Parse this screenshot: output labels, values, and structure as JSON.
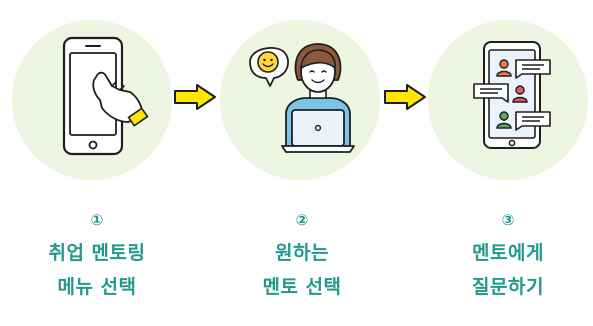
{
  "steps": [
    {
      "number": "①",
      "line1": "취업 멘토링",
      "line2": "메뉴 선택",
      "icon": "phone-tap-icon"
    },
    {
      "number": "②",
      "line1": "원하는",
      "line2": "멘토 선택",
      "icon": "mentor-laptop-icon"
    },
    {
      "number": "③",
      "line1": "멘토에게",
      "line2": "질문하기",
      "icon": "chat-phone-icon"
    }
  ],
  "arrows": [
    "arrow-right-icon",
    "arrow-right-icon"
  ],
  "colors": {
    "circle_bg": "#eef5e1",
    "arrow_fill": "#ffe600",
    "label_text": "#21998c",
    "outline": "#1f1f1f",
    "screen_fill": "#eaf2fb",
    "shirt": "#7bc4e8",
    "hair": "#8b5a3c",
    "smiley": "#ffd93a",
    "chat_person_orange": "#f07b3f",
    "chat_person_red": "#e35b5b",
    "chat_person_green": "#5aa85a"
  }
}
